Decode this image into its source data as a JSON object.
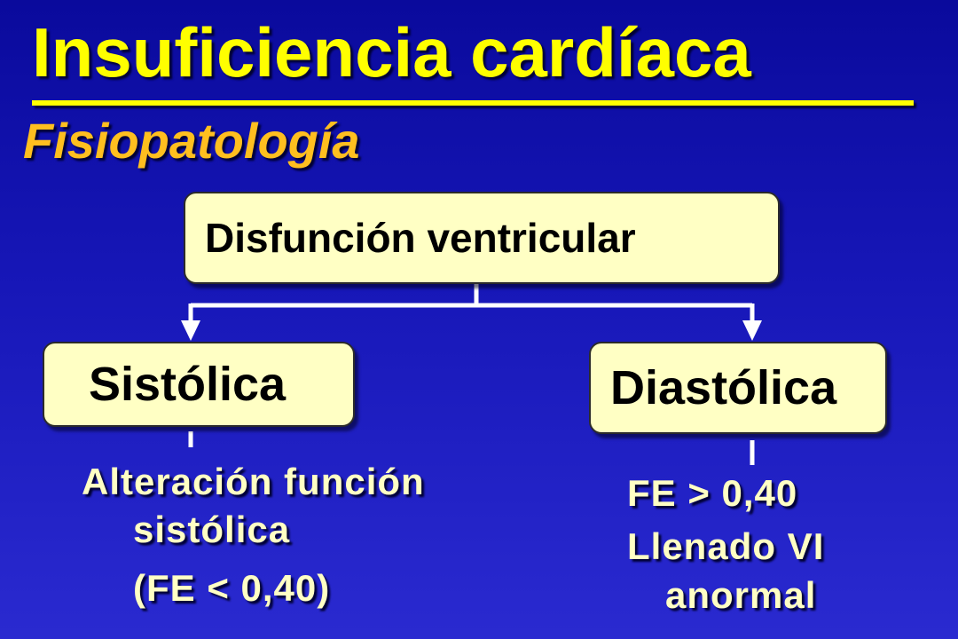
{
  "title": "Insuficiencia cardíaca",
  "subtitle": "Fisiopatología",
  "diagram": {
    "root": "Disfunción ventricular",
    "left": {
      "label": "Sistólica",
      "lines": [
        "Alteración función",
        "sistólica",
        "(FE < 0,40)"
      ]
    },
    "right": {
      "label": "Diastólica",
      "lines": [
        "FE > 0,40",
        "Llenado VI",
        "anormal"
      ]
    }
  },
  "colors": {
    "background_top": "#0a0a9c",
    "background_bottom": "#2a2ad0",
    "title": "#ffff00",
    "subtitle": "#ffbf1f",
    "box_fill": "#ffffc4",
    "body_text": "#ffffc4",
    "connector": "#ffffff"
  }
}
